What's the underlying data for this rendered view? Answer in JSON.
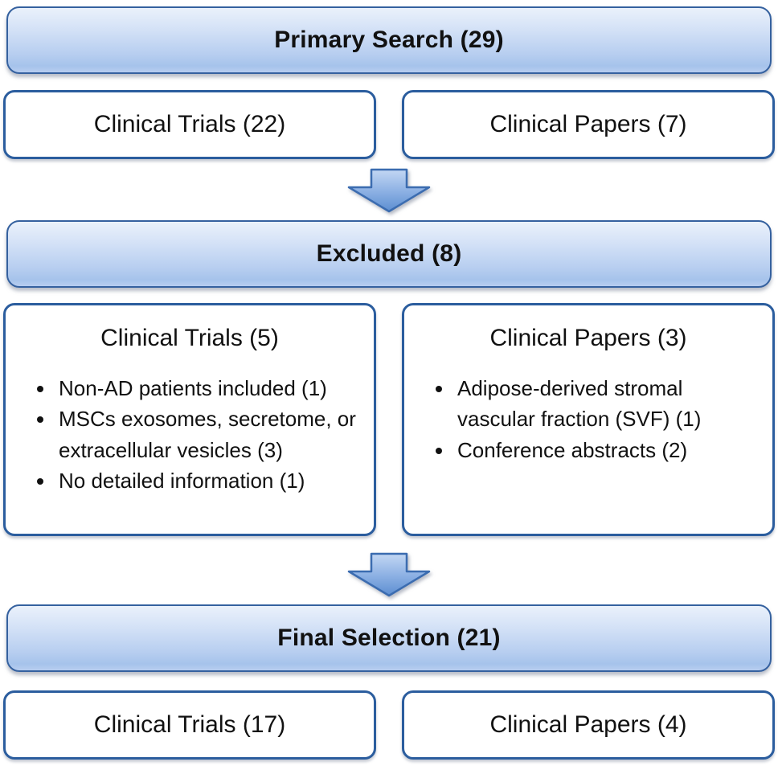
{
  "diagram": {
    "type": "study-selection-flowchart",
    "colors": {
      "header_gradient_top": "#eaf1fb",
      "header_gradient_bottom": "#a6c3eb",
      "header_border": "#35619f",
      "box_border": "#2b5d9e",
      "arrow_fill_top": "#bdd3f2",
      "arrow_fill_bottom": "#5c8ed1",
      "arrow_border": "#3b6cb0",
      "text": "#111111"
    }
  },
  "flow": {
    "primary": {
      "header": "Primary Search (29)",
      "left": "Clinical Trials (22)",
      "right": "Clinical Papers (7)"
    },
    "excluded": {
      "header": "Excluded (8)",
      "left": {
        "title": "Clinical Trials (5)",
        "bullets": [
          "Non-AD patients included (1)",
          "MSCs exosomes, secretome, or extracellular vesicles (3)",
          "No detailed information (1)"
        ]
      },
      "right": {
        "title": "Clinical Papers (3)",
        "bullets": [
          "Adipose-derived stromal vascular fraction (SVF) (1)",
          "Conference abstracts (2)"
        ]
      }
    },
    "final": {
      "header": "Final Selection (21)",
      "left": "Clinical Trials (17)",
      "right": "Clinical Papers (4)"
    }
  }
}
